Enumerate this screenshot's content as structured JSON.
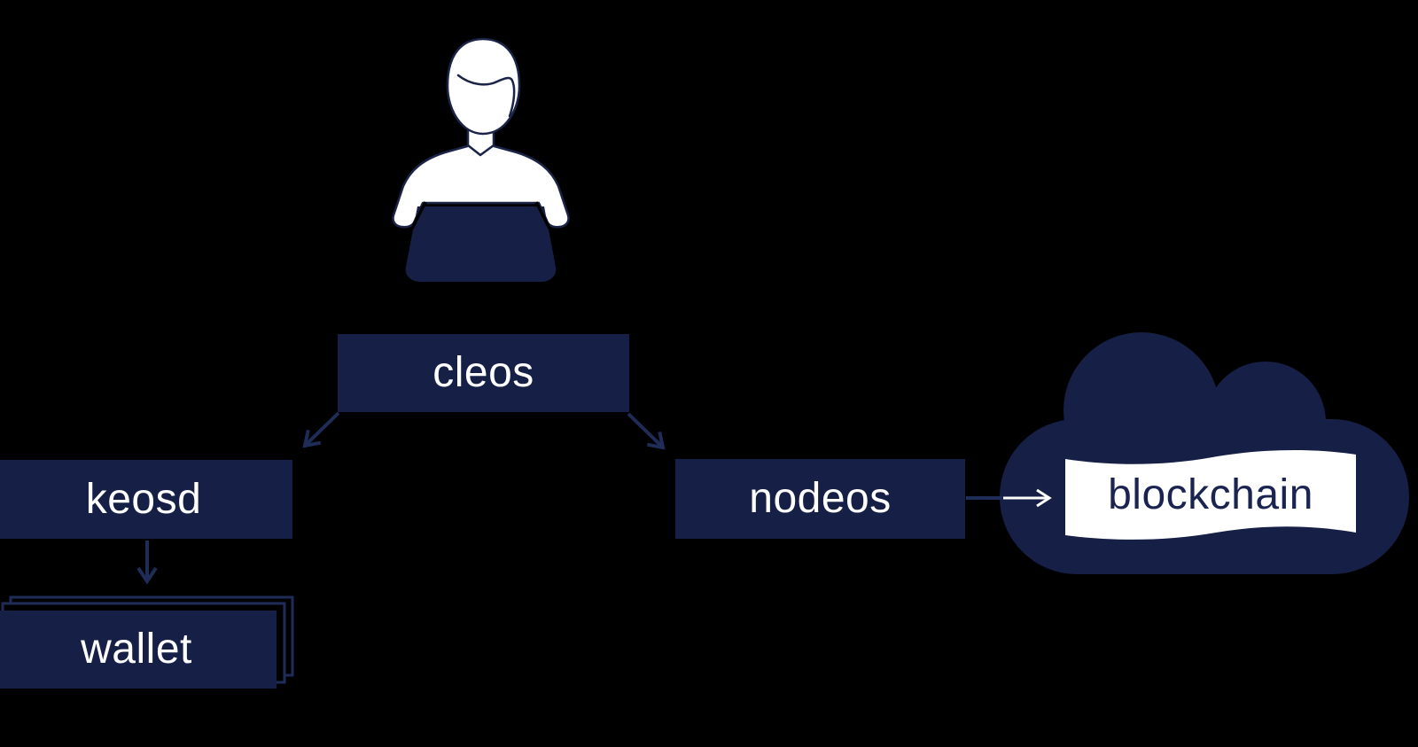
{
  "diagram": {
    "description_visible": false,
    "background_color": "#000000",
    "colors": {
      "navy_fill": "#161f46",
      "arrow_navy": "#1f2c58",
      "outline_navy": "#1b2447",
      "white": "#ffffff",
      "banner_text_navy": "#1b2450"
    },
    "icons": {
      "person": "person-at-laptop-icon",
      "cloud": "cloud-icon",
      "wallet_stack": "stacked-cards-icon"
    },
    "nodes": {
      "cleos": {
        "label": "cleos"
      },
      "keosd": {
        "label": "keosd"
      },
      "nodeos": {
        "label": "nodeos"
      },
      "wallet": {
        "label": "wallet"
      },
      "blockchain": {
        "label": "blockchain"
      }
    },
    "edges": [
      {
        "from": "cleos",
        "to": "keosd",
        "style": "open-arrow",
        "color": "#1f2c58"
      },
      {
        "from": "cleos",
        "to": "nodeos",
        "style": "open-arrow",
        "color": "#1f2c58"
      },
      {
        "from": "keosd",
        "to": "wallet",
        "style": "open-arrow",
        "color": "#1f2c58"
      },
      {
        "from": "nodeos",
        "to": "blockchain",
        "style": "open-arrow",
        "color": "#ffffff"
      }
    ]
  }
}
